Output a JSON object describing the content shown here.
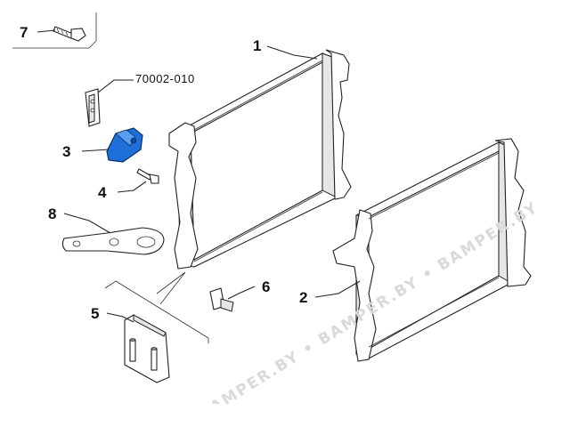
{
  "callouts": {
    "c1": "1",
    "c2": "2",
    "c3": "3",
    "c4": "4",
    "c5": "5",
    "c6": "6",
    "c7": "7",
    "c8": "8"
  },
  "part_code": "70002-010",
  "watermark": "BAMPER.BY • BAMPER.BY • BAMPER.BY",
  "colors": {
    "highlight": "#1e6fd9",
    "line": "#222222",
    "watermark": "#d9d9d9"
  }
}
